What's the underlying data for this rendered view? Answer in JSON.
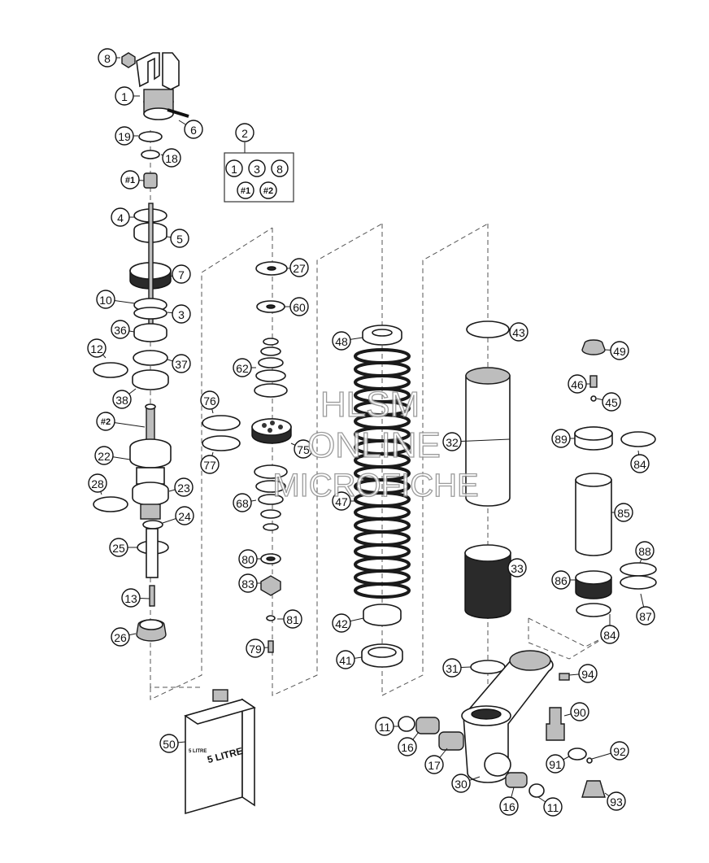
{
  "diagram": {
    "title": "",
    "kit": {
      "number": "2",
      "contents": [
        "1",
        "3",
        "8",
        "#1",
        "#2"
      ]
    },
    "watermark": [
      "HLSM",
      "ONLINE",
      "MICROFICHE"
    ],
    "oil_can_label": "5 LITRE",
    "oil_can_small_label": "5 LITRE",
    "callouts": [
      {
        "id": "c8",
        "label": "8"
      },
      {
        "id": "c1",
        "label": "1"
      },
      {
        "id": "c6",
        "label": "6"
      },
      {
        "id": "c19",
        "label": "19"
      },
      {
        "id": "c18",
        "label": "18"
      },
      {
        "id": "c_h1",
        "label": "#1"
      },
      {
        "id": "c4",
        "label": "4"
      },
      {
        "id": "c5",
        "label": "5"
      },
      {
        "id": "c7",
        "label": "7"
      },
      {
        "id": "c10",
        "label": "10"
      },
      {
        "id": "c3",
        "label": "3"
      },
      {
        "id": "c36",
        "label": "36"
      },
      {
        "id": "c12",
        "label": "12"
      },
      {
        "id": "c37",
        "label": "37"
      },
      {
        "id": "c38",
        "label": "38"
      },
      {
        "id": "c_h2",
        "label": "#2"
      },
      {
        "id": "c22",
        "label": "22"
      },
      {
        "id": "c28",
        "label": "28"
      },
      {
        "id": "c23",
        "label": "23"
      },
      {
        "id": "c24",
        "label": "24"
      },
      {
        "id": "c25",
        "label": "25"
      },
      {
        "id": "c13",
        "label": "13"
      },
      {
        "id": "c26",
        "label": "26"
      },
      {
        "id": "c27",
        "label": "27"
      },
      {
        "id": "c60",
        "label": "60"
      },
      {
        "id": "c62",
        "label": "62"
      },
      {
        "id": "c76",
        "label": "76"
      },
      {
        "id": "c75",
        "label": "75"
      },
      {
        "id": "c77",
        "label": "77"
      },
      {
        "id": "c68",
        "label": "68"
      },
      {
        "id": "c80",
        "label": "80"
      },
      {
        "id": "c83",
        "label": "83"
      },
      {
        "id": "c81",
        "label": "81"
      },
      {
        "id": "c79",
        "label": "79"
      },
      {
        "id": "c48",
        "label": "48"
      },
      {
        "id": "c47",
        "label": "47"
      },
      {
        "id": "c42",
        "label": "42"
      },
      {
        "id": "c41",
        "label": "41"
      },
      {
        "id": "c43",
        "label": "43"
      },
      {
        "id": "c32",
        "label": "32"
      },
      {
        "id": "c33",
        "label": "33"
      },
      {
        "id": "c31",
        "label": "31"
      },
      {
        "id": "c49",
        "label": "49"
      },
      {
        "id": "c46",
        "label": "46"
      },
      {
        "id": "c45",
        "label": "45"
      },
      {
        "id": "c89",
        "label": "89"
      },
      {
        "id": "c84a",
        "label": "84"
      },
      {
        "id": "c85",
        "label": "85"
      },
      {
        "id": "c88",
        "label": "88"
      },
      {
        "id": "c86",
        "label": "86"
      },
      {
        "id": "c87",
        "label": "87"
      },
      {
        "id": "c84b",
        "label": "84"
      },
      {
        "id": "c94",
        "label": "94"
      },
      {
        "id": "c90",
        "label": "90"
      },
      {
        "id": "c92",
        "label": "92"
      },
      {
        "id": "c91",
        "label": "91"
      },
      {
        "id": "c93",
        "label": "93"
      },
      {
        "id": "c11a",
        "label": "11"
      },
      {
        "id": "c16a",
        "label": "16"
      },
      {
        "id": "c17",
        "label": "17"
      },
      {
        "id": "c30",
        "label": "30"
      },
      {
        "id": "c16b",
        "label": "16"
      },
      {
        "id": "c11b",
        "label": "11"
      },
      {
        "id": "c50",
        "label": "50"
      }
    ]
  }
}
